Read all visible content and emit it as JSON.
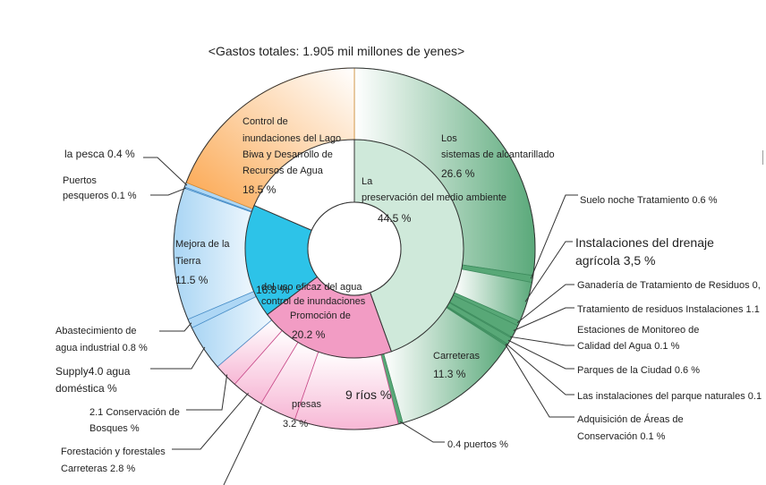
{
  "chart_data": {
    "type": "pie",
    "title": "<Gastos totales: 1.905 mil millones de yenes>",
    "inner_ring": [
      {
        "label": "La preservación del medio ambiente",
        "value": 44.5,
        "value_text": "44.5 %",
        "color": "#cfe9da"
      },
      {
        "label": "Promoción de",
        "value": 20.2,
        "value_text": "20.2 %",
        "color": "#f29cc4"
      },
      {
        "label": "del uso eficaz del agua control de inundaciones",
        "value": 16.8,
        "value_text": "16.8 %",
        "color": "#2dc3e8"
      },
      {
        "label": "Control de inundaciones del Lago Biwa y Desarrollo de Recursos de Agua",
        "value": 18.5,
        "value_text": "18.5 %",
        "color": "#ffffff"
      }
    ],
    "outer_ring": [
      {
        "label": "Los sistemas de alcantarillado",
        "value": 26.6,
        "value_text": "26.6 %",
        "group": "env"
      },
      {
        "label": "Suelo noche Tratamiento 0.6 %",
        "value": 0.6,
        "group": "env"
      },
      {
        "label": "Instalaciones del drenaje agrícola 3,5 %",
        "value": 3.5,
        "group": "env"
      },
      {
        "label": "Ganadería de Tratamiento de Residuos 0,",
        "value": 0.4,
        "group": "env"
      },
      {
        "label": "Tratamiento de residuos Instalaciones 1.1",
        "value": 1.1,
        "group": "env"
      },
      {
        "label": "Estaciones de Monitoreo de Calidad del Agua 0.1 %",
        "value": 0.1,
        "group": "env"
      },
      {
        "label": "Parques de la Ciudad 0.6 %",
        "value": 0.6,
        "group": "env"
      },
      {
        "label": "Las instalaciones del parque naturales 0.1",
        "value": 0.1,
        "group": "env"
      },
      {
        "label": "Adquisición de Áreas de Conservación 0.1 %",
        "value": 0.1,
        "group": "env"
      },
      {
        "label": "Carreteras",
        "value": 11.3,
        "value_text": "11.3 %",
        "group": "env"
      },
      {
        "label": "0.4 puertos %",
        "value": 0.4,
        "group": "env"
      },
      {
        "label": "9 ríos %",
        "value": 9.0,
        "group": "water"
      },
      {
        "label": "presas",
        "value": 3.2,
        "value_text": "3.2 %",
        "group": "water"
      },
      {
        "label": "Forestación y forestales Carreteras 2.8 %",
        "value": 2.8,
        "group": "water"
      },
      {
        "label": "2.1 Conservación de Bosques %",
        "value": 2.1,
        "group": "water"
      },
      {
        "label": "Supply4.0 agua doméstica %",
        "value": 4.0,
        "group": "flood"
      },
      {
        "label": "Abastecimiento de agua industrial 0.8 %",
        "value": 0.8,
        "group": "flood"
      },
      {
        "label": "Mejora de la Tierra",
        "value": 11.5,
        "value_text": "11.5 %",
        "group": "flood"
      },
      {
        "label": "Puertos pesqueros 0.1 %",
        "value": 0.1,
        "group": "flood"
      },
      {
        "label": "la pesca 0.4 %",
        "value": 0.4,
        "group": "flood"
      },
      {
        "label": "Control de inundaciones del Lago Biwa y Desarrollo de Recursos de Agua",
        "value": 18.5,
        "value_text": "18.5 %",
        "group": "biwa"
      }
    ],
    "colors": {
      "env": "#58a877",
      "env_light": "#ffffff",
      "water": "#f4a9cc",
      "water_light": "#ffffff",
      "flood": "#aed7f5",
      "flood_light": "#e9f5fd",
      "biwa": "#fba74f",
      "biwa_light": "#ffffff",
      "stroke": "#ffffff",
      "leader": "#333333"
    }
  }
}
